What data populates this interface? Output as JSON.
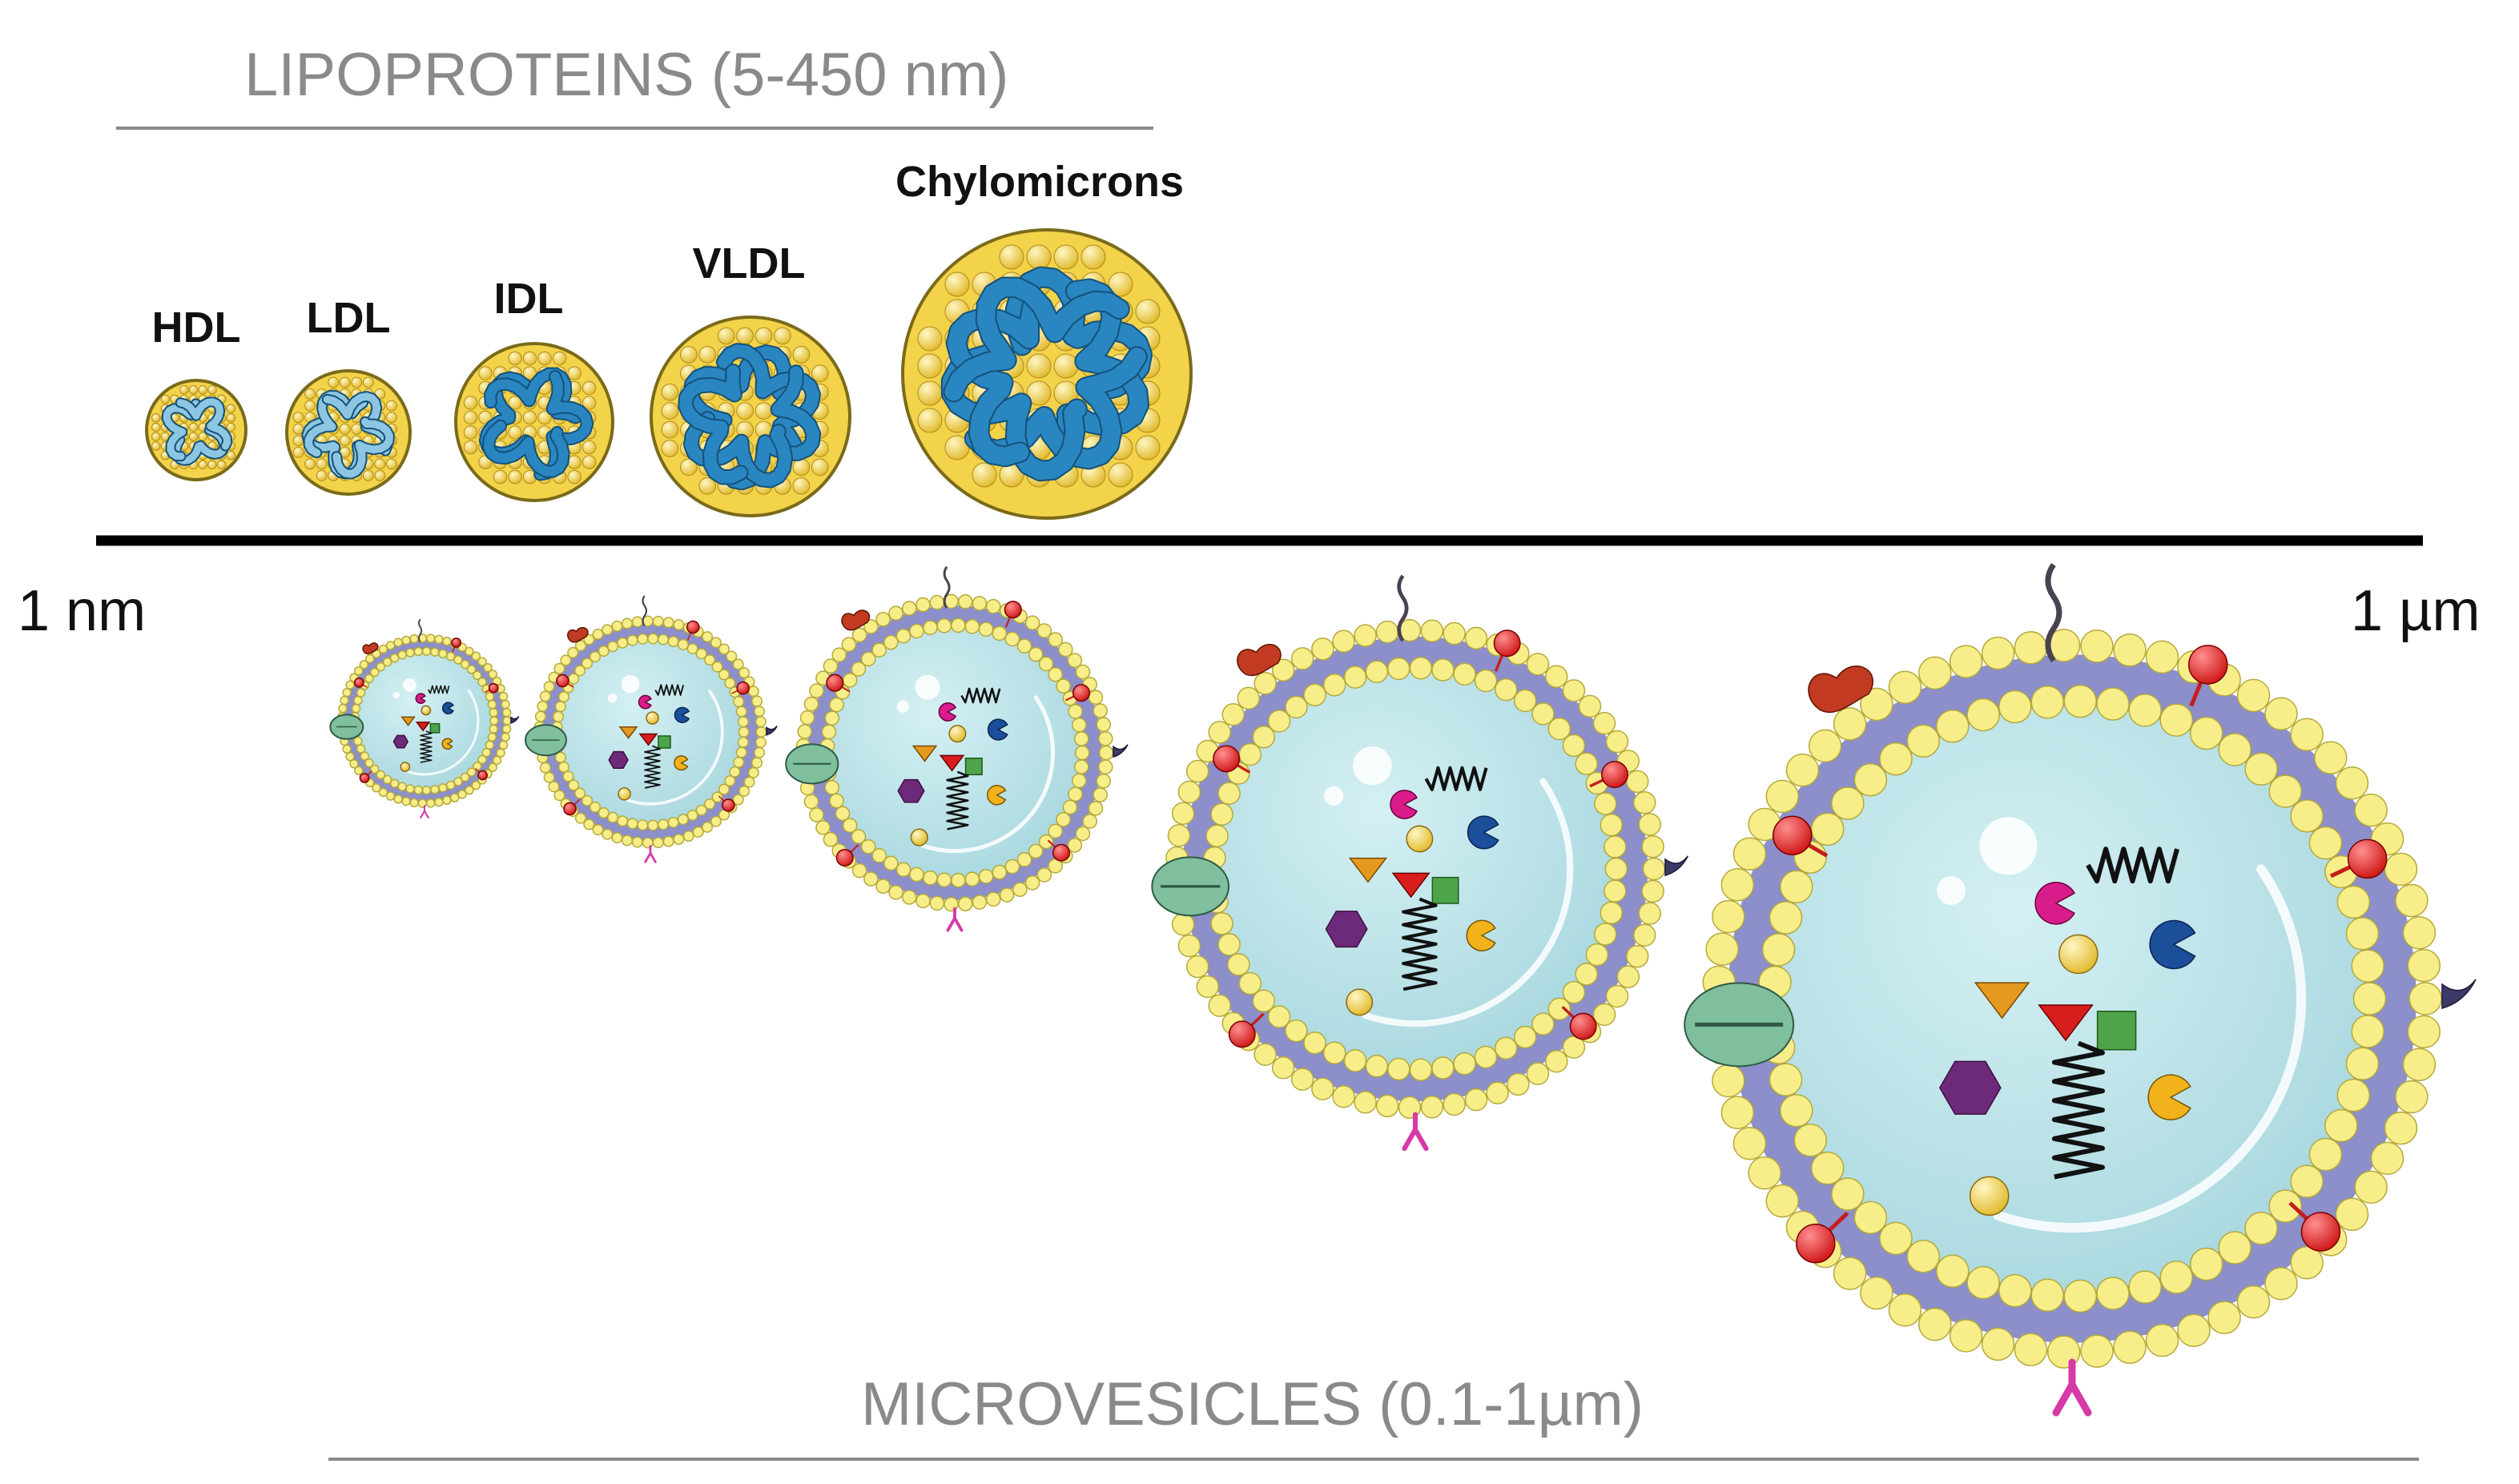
{
  "titles": {
    "lipoproteins": "LIPOPROTEINS (5-450 nm)",
    "microvesicles": "MICROVESICLES (0.1-1µm)"
  },
  "scale": {
    "min_label": "1 nm",
    "max_label": "1 µm"
  },
  "lipoproteins": [
    {
      "label": "HDL"
    },
    {
      "label": "LDL"
    },
    {
      "label": "IDL"
    },
    {
      "label": "VLDL"
    },
    {
      "label": "Chylomicrons"
    }
  ],
  "microvesicle_count": 5,
  "colors": {
    "lipid_yellow": "#f3d34a",
    "apoprotein_blue": "#2a86c0",
    "membrane_purple": "#8c8fc9",
    "lumen": "#b9e2e8",
    "phospholipid_head": "#f7ee8a",
    "axis": "#000000",
    "title_gray": "#8a8a8a"
  }
}
